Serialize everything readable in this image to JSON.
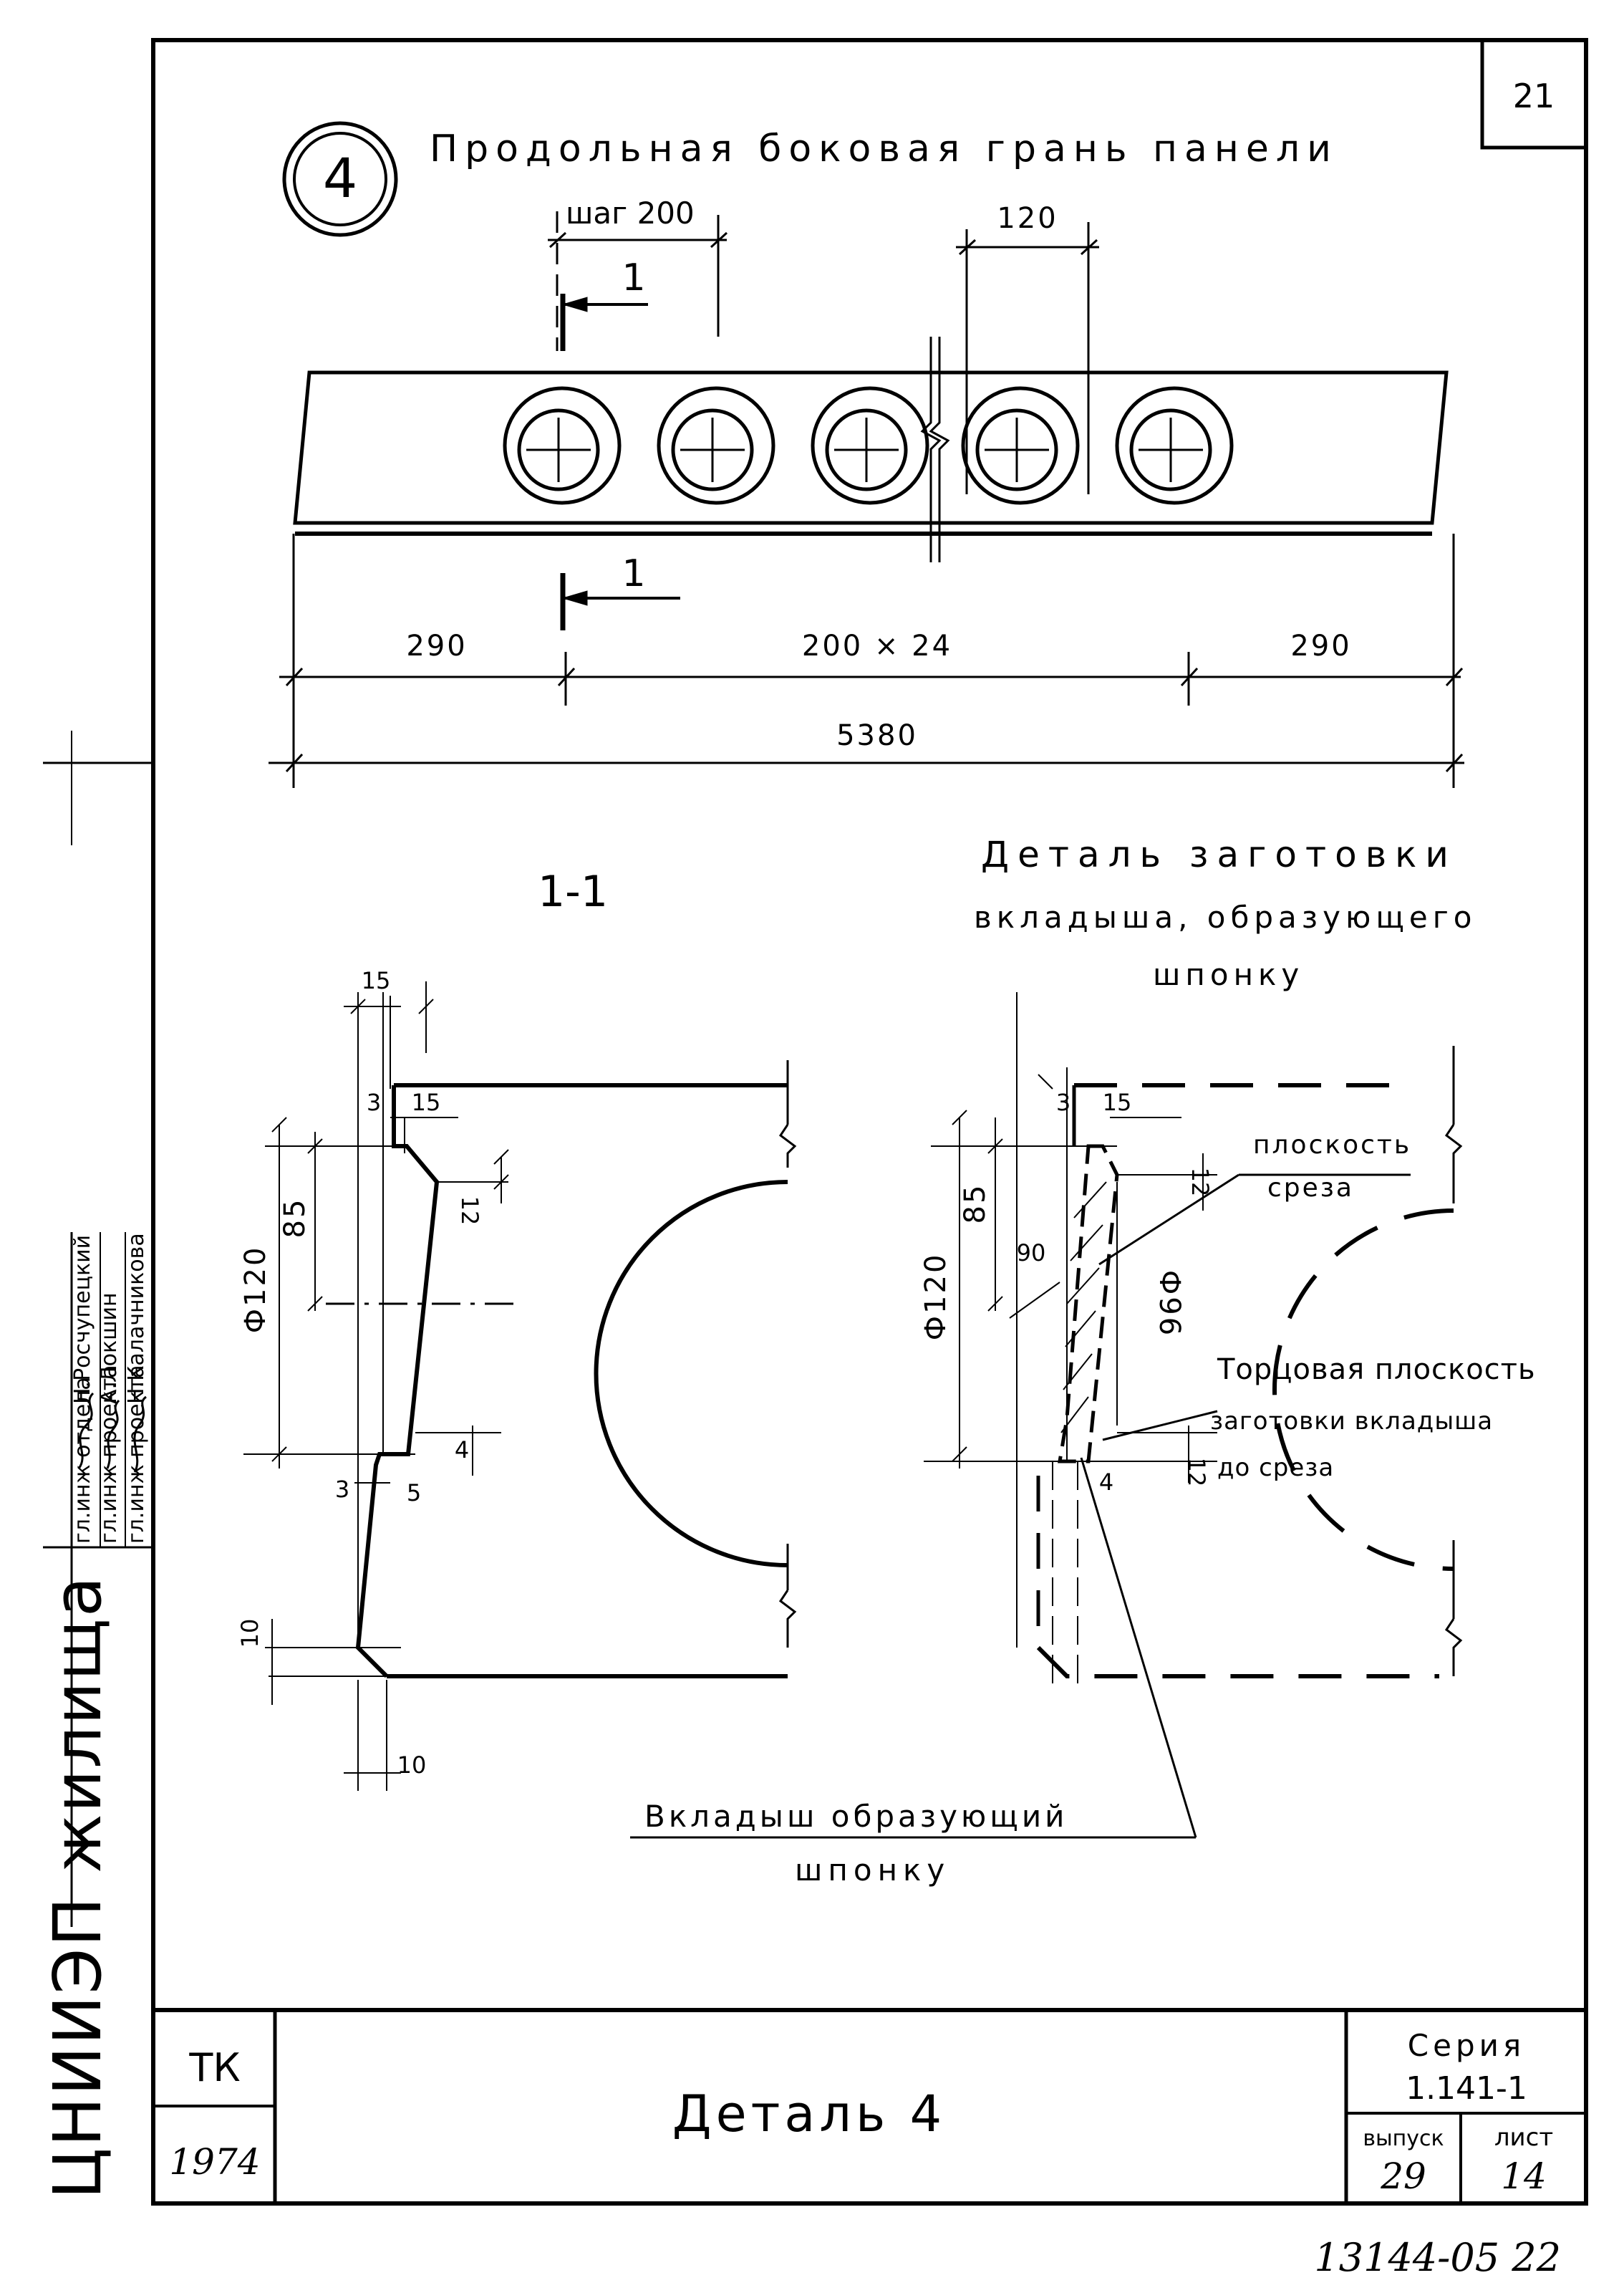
{
  "sheet": {
    "corner_number": "21",
    "detail_number": "4",
    "title": "Продольная боковая грань панели",
    "step_label": "шаг 200",
    "hole_gap": "120",
    "section_mark": "1",
    "dims_bottom": [
      "290",
      "200 × 24",
      "290"
    ],
    "overall_length": "5380",
    "section_label": "1-1",
    "insert_detail_title": [
      "Деталь заготовки",
      "вкладыша, образующего",
      "шпонку"
    ],
    "left_section_dims": {
      "top_width": "15",
      "offset_a": "3",
      "offset_b": "15",
      "depth": "85",
      "bevel": "12",
      "diameter": "Ф120",
      "lower_a": "3",
      "lower_b": "5",
      "lower_c": "4",
      "bottom_h": "10",
      "bottom_w": "10"
    },
    "right_section_dims": {
      "offset_a": "3",
      "offset_b": "15",
      "depth": "85",
      "angle": "90",
      "diameter": "Ф120",
      "inner_diameter": "Ф96",
      "bevel_top": "12",
      "bevel_bottom": "12",
      "lower": "4"
    },
    "notes": {
      "cut_plane": [
        "плоскость",
        "среза"
      ],
      "end_plane": [
        "Торцовая плоскость",
        "заготовки вкладыша",
        "до среза"
      ],
      "insert_label": [
        "Вкладыш образующий",
        "шпонку"
      ]
    }
  },
  "side_stamp": {
    "organization": "ЦНИИЭП жилища",
    "roles": [
      "гл.инж отдела",
      "гл.инж проекта",
      "гл.инж проекта"
    ],
    "names": [
      "Н.Росчупецкий",
      "А.Локшин",
      "Н.Калачникова"
    ]
  },
  "title_block": {
    "org_code": "ТК",
    "year": "1974",
    "title": "Деталь 4",
    "series_label": "Серия",
    "series_value": "1.141-1",
    "issue_label": "выпуск",
    "issue_value": "29",
    "sheet_label": "лист",
    "sheet_value": "14"
  },
  "footer_note": "13144-05 22"
}
